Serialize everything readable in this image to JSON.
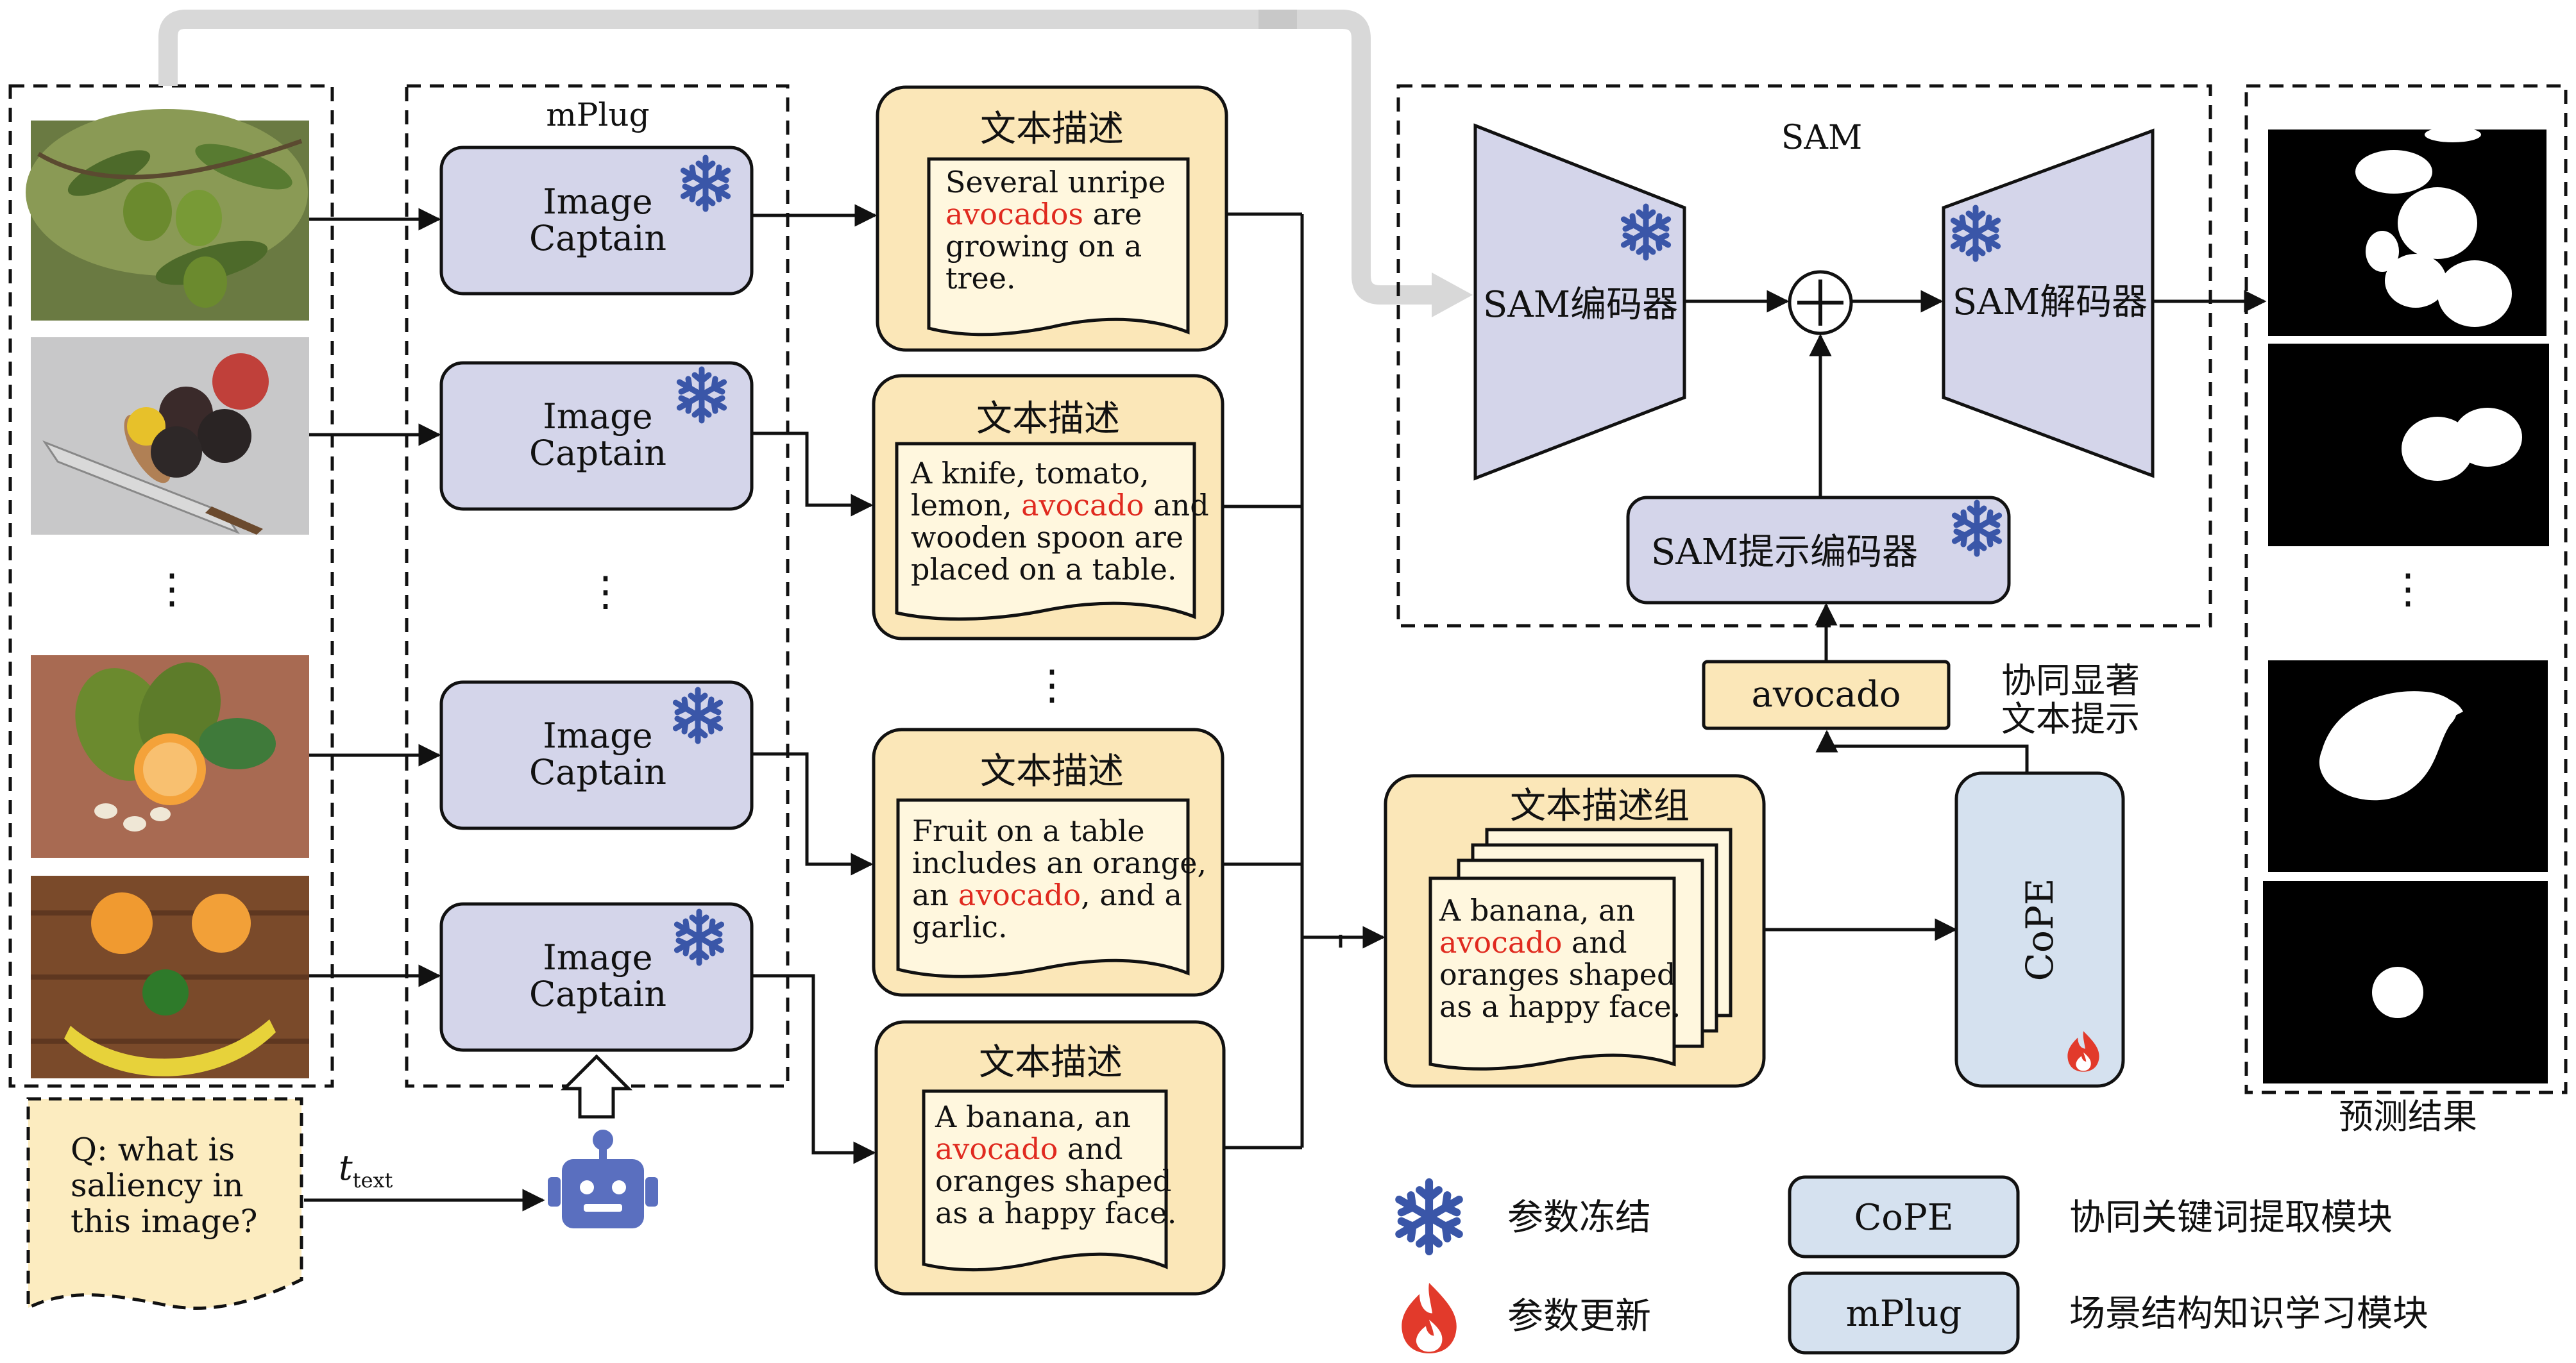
{
  "mplug_title": "mPlug",
  "sam_title": "SAM",
  "image_captain": [
    "Image",
    "Captain"
  ],
  "ellipsis": "⋮",
  "desc_title": "文本描述",
  "captions": [
    {
      "lines": [
        [
          "Several unripe"
        ],
        [
          "avocados|r",
          " are"
        ],
        [
          "growing on a"
        ],
        [
          "tree."
        ]
      ]
    },
    {
      "lines": [
        [
          "A knife, tomato,"
        ],
        [
          "lemon, ",
          "avocado|r",
          " and"
        ],
        [
          "wooden spoon are"
        ],
        [
          "placed on a table."
        ]
      ]
    },
    {
      "lines": [
        [
          "Fruit on a table"
        ],
        [
          "includes an orange,"
        ],
        [
          "an ",
          "avocado|r",
          ", and a"
        ],
        [
          "garlic."
        ]
      ]
    },
    {
      "lines": [
        [
          "A banana, an"
        ],
        [
          "avocado|r",
          " and"
        ],
        [
          "oranges shaped"
        ],
        [
          "as a happy face."
        ]
      ]
    }
  ],
  "group_title": "文本描述组",
  "group_caption": {
    "lines": [
      [
        "A banana, an"
      ],
      [
        "avocado|r",
        " and"
      ],
      [
        "oranges shaped"
      ],
      [
        "as a happy face."
      ]
    ]
  },
  "question": [
    "Q: what is",
    "saliency in",
    "this image?"
  ],
  "t_text": {
    "main": "t",
    "sub": "text"
  },
  "sam_encoder": "SAM编码器",
  "sam_decoder": "SAM解码器",
  "sam_prompt_encoder": "SAM提示编码器",
  "avocado_label": "avocado",
  "synergy_prompt": [
    "协同显著",
    "文本提示"
  ],
  "cope_label": "CoPE",
  "predict_label": "预测结果",
  "legend": {
    "frozen": "参数冻结",
    "updated": "参数更新",
    "cope_box": "CoPE",
    "cope_desc": "协同关键词提取模块",
    "mplug_box": "mPlug",
    "mplug_desc": "场景结构知识学习模块"
  },
  "colors": {
    "lavender": "#d4d5ea",
    "cream": "#fbe7b8",
    "light_blue": "#d5e1ef",
    "snowflake": "#3a56a8",
    "highlight": "#e02a1f",
    "robot": "#5a6fbf"
  }
}
